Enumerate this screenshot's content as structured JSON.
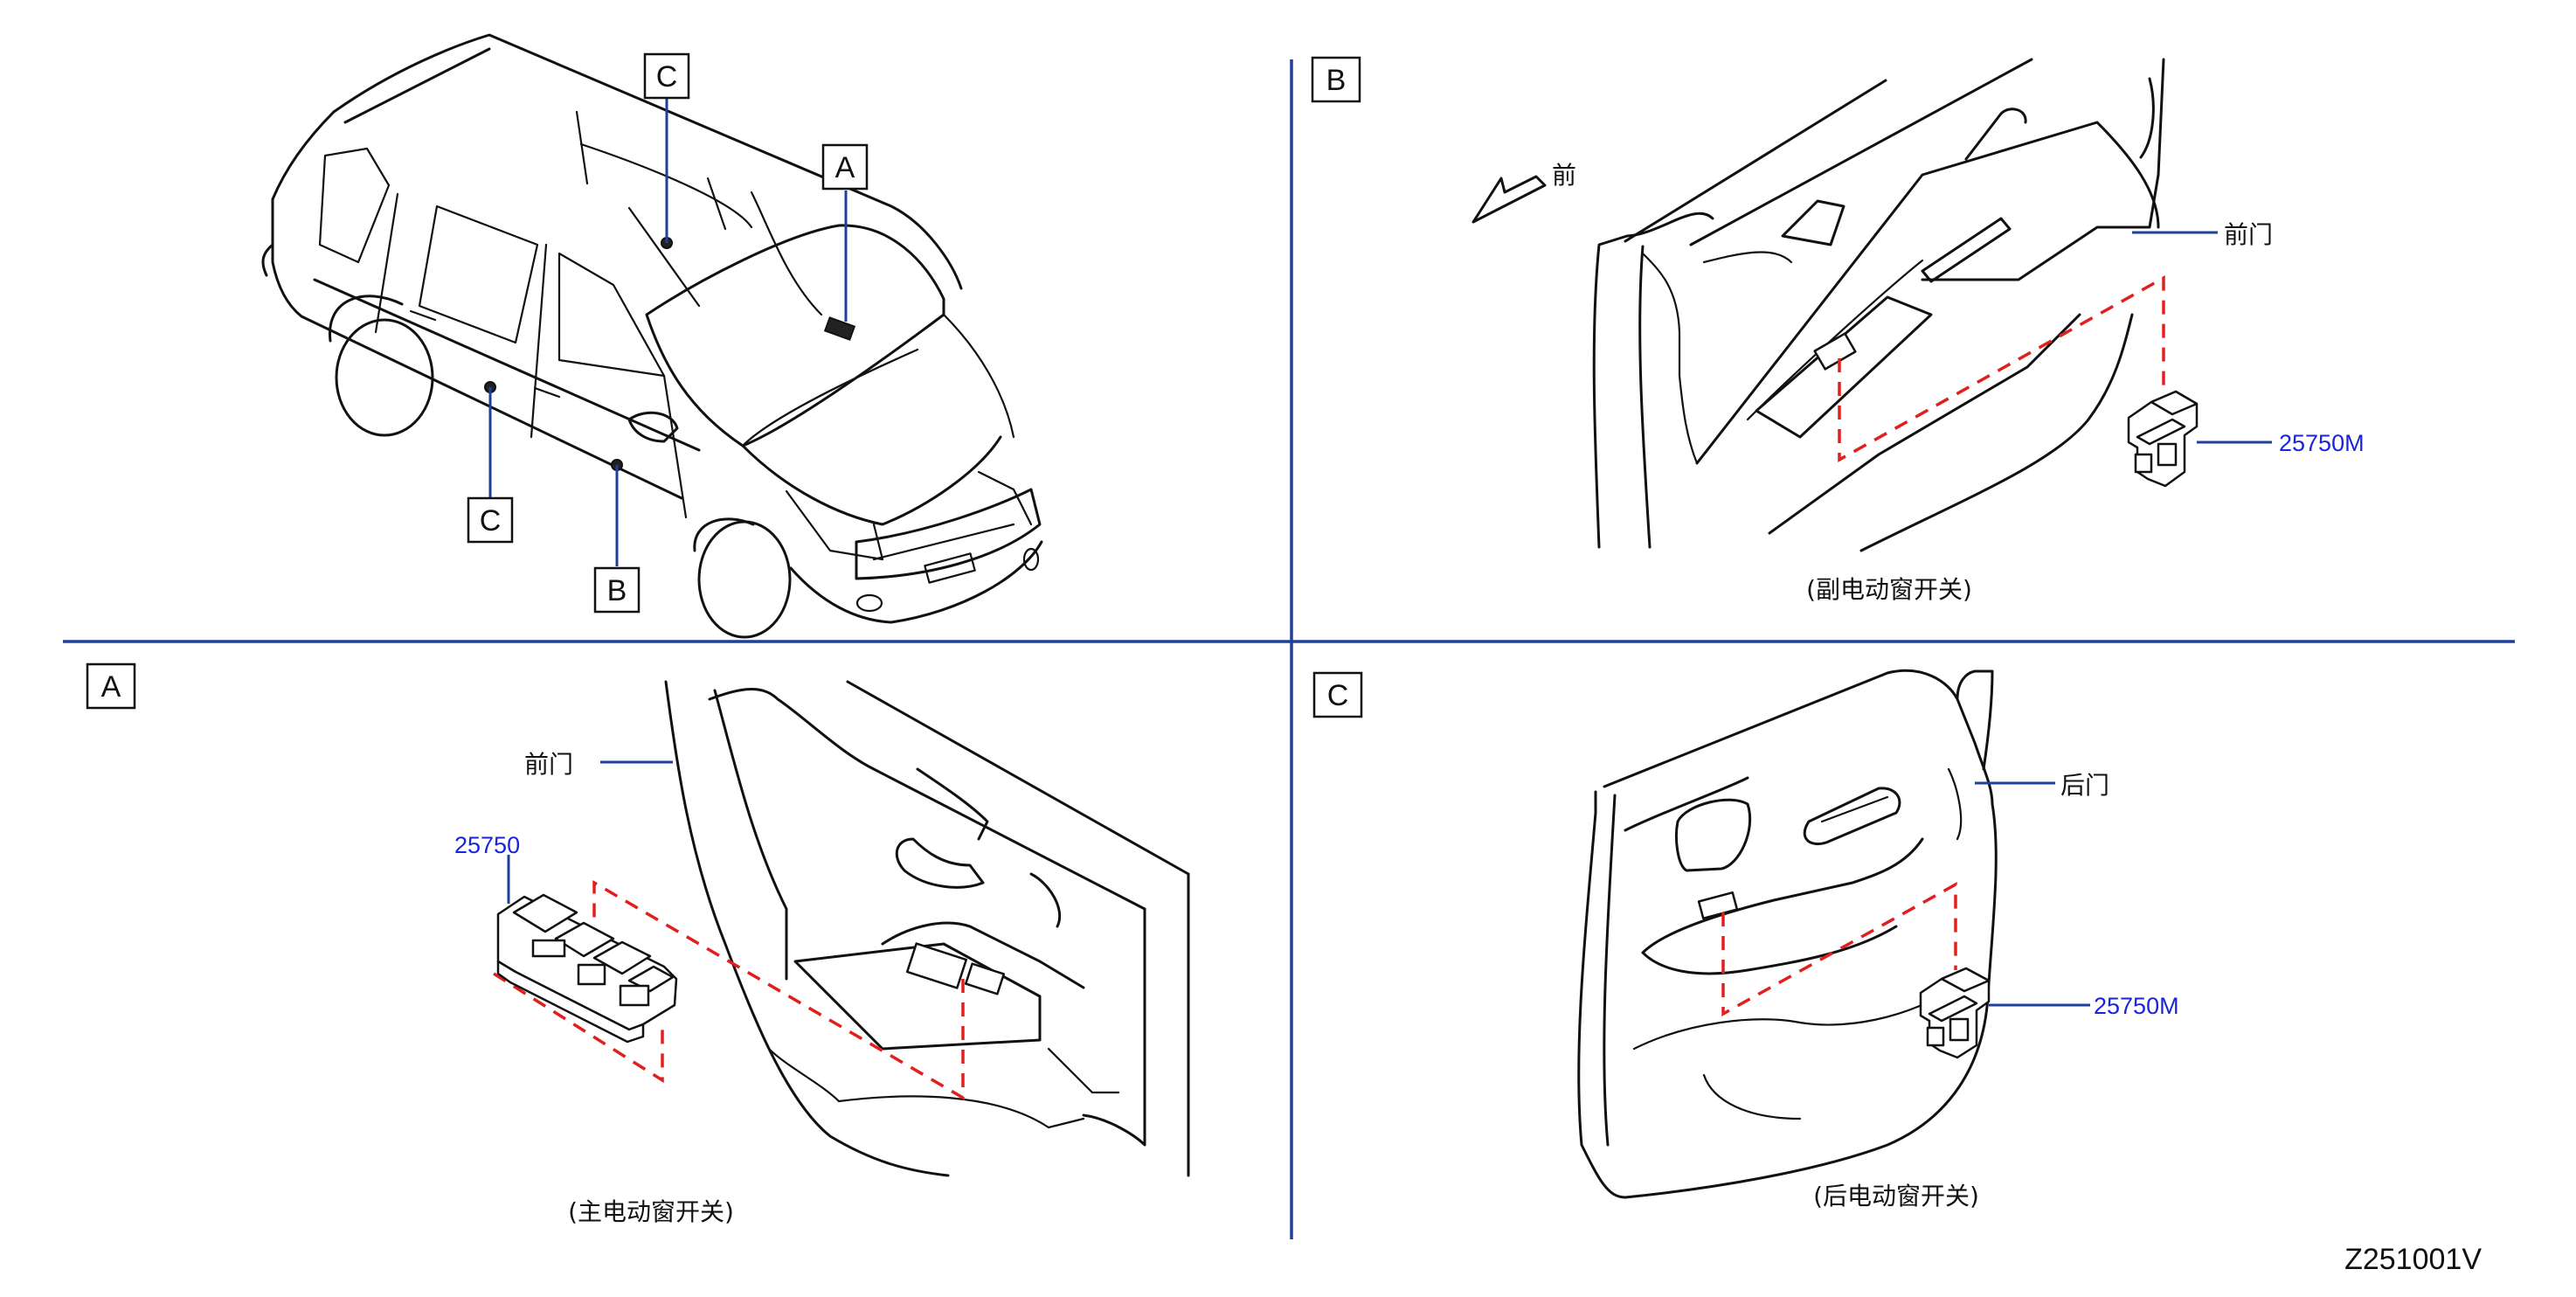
{
  "callouts": {
    "a": "A",
    "b": "B",
    "c": "C"
  },
  "labels": {
    "front_arrow": "前",
    "front_door": "前门",
    "rear_door": "后门"
  },
  "part_numbers": {
    "main_switch": "25750",
    "sub_switch": "25750M",
    "rear_switch": "25750M"
  },
  "captions": {
    "main_switch": "(主电动窗开关)",
    "sub_switch": "(副电动窗开关)",
    "rear_switch": "(后电动窗开关)"
  },
  "figure_code": "Z251001V"
}
